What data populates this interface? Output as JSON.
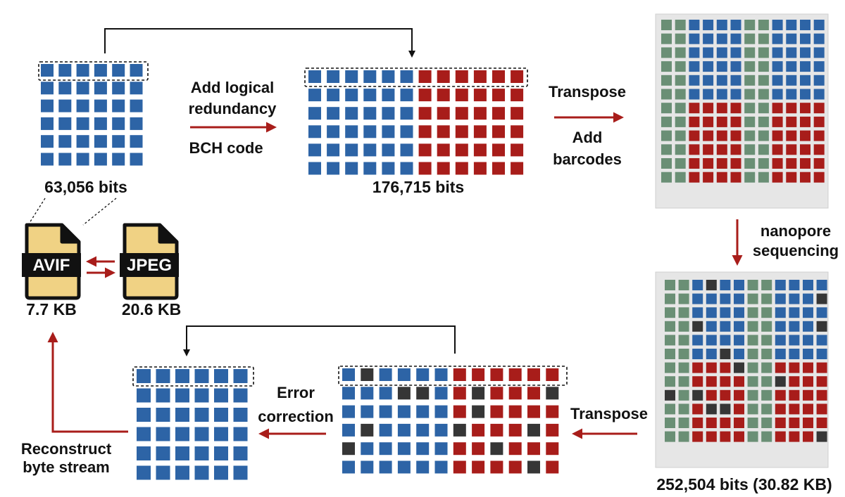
{
  "colors": {
    "blue": "#2d64a6",
    "red": "#a81d1a",
    "green": "#6a8f75",
    "dark": "#363636",
    "panel": "#e6e6e6",
    "arrow": "#a81d1a",
    "file_fill": "#f0d284"
  },
  "labels": {
    "bits_initial": "63,056 bits",
    "add_logical_line1": "Add logical",
    "add_logical_line2": "redundancy",
    "bch_code": "BCH code",
    "bits_encoded": "176,715 bits",
    "transpose_top": "Transpose",
    "add_barcodes_line1": "Add",
    "add_barcodes_line2": "barcodes",
    "nanopore_line1": "nanopore",
    "sequencing_line1": "sequencing",
    "bits_sequenced": "252,504 bits (30.82 KB)",
    "transpose_bottom": "Transpose",
    "error_line1": "Error",
    "error_line2": "correction",
    "reconstruct_line1": "Reconstruct",
    "reconstruct_line2": "byte stream"
  },
  "files": {
    "avif": {
      "name": "AVIF",
      "size": "7.7 KB",
      "icon": "file-icon"
    },
    "jpeg": {
      "name": "JPEG",
      "size": "20.6 KB",
      "icon": "file-icon"
    }
  },
  "grids": {
    "original": {
      "rows": [
        "bbbbbb",
        "bbbbbb",
        "bbbbbb",
        "bbbbbb",
        "bbbbbb",
        "bbbbbb"
      ]
    },
    "encoded": {
      "rows": [
        "bbbbbbrrrrrr",
        "bbbbbbrrrrrr",
        "bbbbbbrrrrrr",
        "bbbbbbrrrrrr",
        "bbbbbbrrrrrr",
        "bbbbbbrrrrrr"
      ]
    },
    "barcoded": {
      "rows": [
        "ggbbbbggbbbb",
        "ggbbbbggbbbb",
        "ggbbbbggbbbb",
        "ggbbbbggbbbb",
        "ggbbbbggbbbb",
        "ggbbbbggbbbb",
        "ggrrrrggrrrr",
        "ggrrrrggrrrr",
        "ggrrrrggrrrr",
        "ggrrrrggrrrr",
        "ggrrrrggrrrr",
        "ggrrrrggrrrr"
      ]
    },
    "sequenced": {
      "rows": [
        "ggbdbbggbbbb",
        "ggbbbbggbbbd",
        "ggbbbbggbbbb",
        "ggdbbbggbbbd",
        "ggbbbbggbbbb",
        "ggbbdbggbbbb",
        "ggrrrdggrrrr",
        "ggrrrrggdrrr",
        "dgdrrrggrrrr",
        "ggrddrggrrrr",
        "ggrrrrggrrrr",
        "ggrrrrggrrrd"
      ]
    },
    "noisy": {
      "rows": [
        "bdbbbbrrrrrr",
        "bbbddbrdrrrd",
        "bbbbbbrdrrrr",
        "bdbbbbdrrrdr",
        "dbbbbbrrdrrr",
        "bbbbbbrrrrdr"
      ]
    },
    "recovered": {
      "rows": [
        "bbbbbb",
        "bbbbbb",
        "bbbbbb",
        "bbbbbb",
        "bbbbbb",
        "bbbbbb"
      ]
    }
  }
}
